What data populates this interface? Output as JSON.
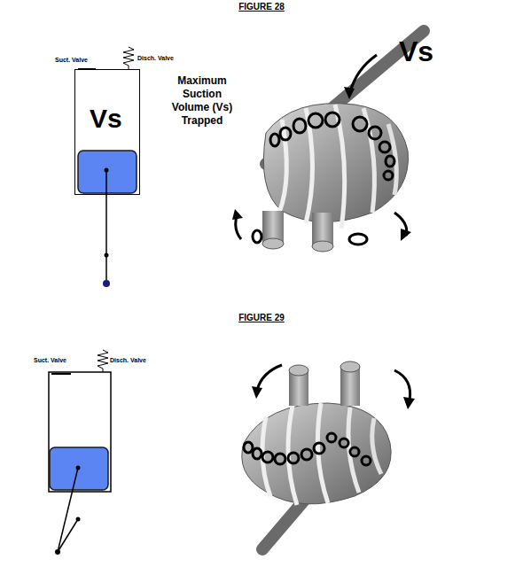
{
  "diagram": {
    "nodes": [
      {
        "text": [
          "Vs"
        ]
      }
    ],
    "labels": [
      "FIGURE 28",
      "Suct. Valve",
      "Disch. Valve",
      "Maximum Suction Volume (Vs) Trapped",
      "Vs",
      "FIGURE 29",
      "Suct. Valve",
      "Disch. Valve"
    ]
  }
}
